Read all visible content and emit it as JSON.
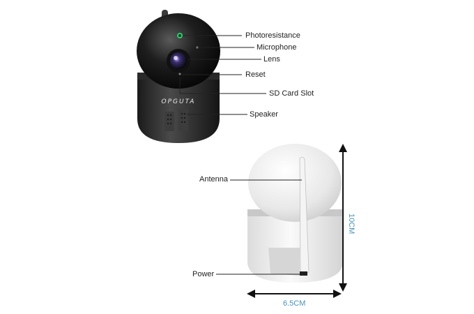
{
  "black_camera": {
    "brand": "OPGUTA",
    "labels": {
      "photoresistance": "Photoresistance",
      "microphone": "Microphone",
      "lens": "Lens",
      "reset": "Reset",
      "sd_card_slot": "SD Card Slot",
      "speaker": "Speaker"
    }
  },
  "white_camera": {
    "labels": {
      "antenna": "Antenna",
      "power": "Power"
    },
    "dimensions": {
      "height": "10CM",
      "width": "6.5CM"
    }
  },
  "colors": {
    "black_body": "#1c1c1c",
    "white_body": "#f2f2f2",
    "dimension_text": "#4a90b8",
    "indicator_green": "#2ecc71"
  }
}
